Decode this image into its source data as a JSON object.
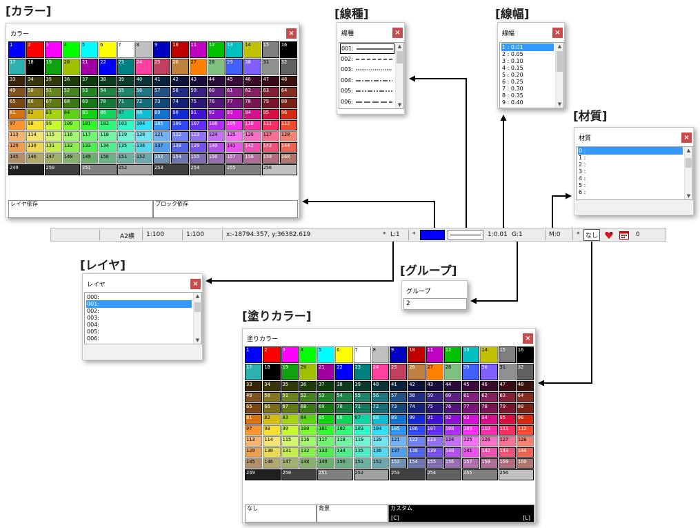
{
  "labels": {
    "color": "[カラー]",
    "linetype": "[線種]",
    "linewidth": "[線幅]",
    "material": "[材質]",
    "layer": "[レイヤ]",
    "group": "[グループ]",
    "fill": "[塗りカラー]"
  },
  "color_window": {
    "title": "カラー",
    "close": "×",
    "palette_rows": 9,
    "palette_cols": 16,
    "gray_labels": [
      "249",
      "250",
      "251",
      "252",
      "253",
      "254",
      "255",
      "256"
    ],
    "bottom_left": "レイヤ依存",
    "bottom_right": "ブロック依存"
  },
  "fill_window": {
    "title": "塗りカラー",
    "close": "×",
    "bottom_none": "なし",
    "bottom_bg": "背景",
    "bottom_custom": "カスタム",
    "custom_left": "[C]",
    "custom_right": "[L]"
  },
  "linetype_window": {
    "title": "線種",
    "close": "×",
    "items": [
      "001:",
      "002:",
      "003:",
      "004:",
      "005:",
      "006:"
    ],
    "styles": [
      "solid",
      "dashed",
      "dotted",
      "dashdot",
      "dashdotdot",
      "longdash"
    ]
  },
  "linewidth_window": {
    "title": "線幅",
    "close": "×",
    "items": [
      "1 : 0.01",
      "2 : 0.05",
      "3 : 0.10",
      "4 : 0.15",
      "5 : 0.20",
      "6 : 0.25",
      "7 : 0.30",
      "8 : 0.35",
      "9 : 0.40"
    ]
  },
  "material_window": {
    "title": "材質",
    "close": "×",
    "items": [
      "0 :",
      "1 :",
      "2 :",
      "3 :",
      "4 :",
      "5 :",
      "6 :"
    ]
  },
  "layer_window": {
    "title": "レイヤ",
    "close": "×",
    "items": [
      "000:",
      "001:",
      "002:",
      "003:",
      "004:",
      "005:",
      "006:"
    ]
  },
  "group_window": {
    "title": "グループ",
    "value": "2"
  },
  "statusbar": {
    "paper": "A2横",
    "scale1": "1:100",
    "scale2": "1:100",
    "coords": "x:-18794.357, y:36382.619",
    "star1": "*",
    "layer": "L:1",
    "star2": "*",
    "linewidth": "1:0.01",
    "group": "G:1",
    "material": "M:0",
    "star3": "*",
    "fill": "なし",
    "count": "0"
  },
  "colors": {
    "base16": [
      "#0000ff",
      "#ff0000",
      "#ff00ff",
      "#00ff00",
      "#00ffff",
      "#ffff00",
      "#ffffff",
      "#c0c0c0",
      "#0000c0",
      "#c00000",
      "#c000c0",
      "#00c000",
      "#00c0c0",
      "#c0c000",
      "#808080",
      "#000000"
    ],
    "row2": [
      "#2fb0b0",
      "#000000",
      "#10a010",
      "#a0c000",
      "#a000a0",
      "#0000ff",
      "#008080",
      "#ff40a0",
      "#c04060",
      "#c08040",
      "#ff8000",
      "#80c080",
      "#4060ff",
      "#8060ff",
      "#909090",
      "#606060"
    ],
    "gray_band": [
      "#202020",
      "#404040",
      "#808080",
      "#a0a0a0",
      "#404040",
      "#606060",
      "#808080",
      "#c0c0c0"
    ],
    "swatch_current": "#0000ff",
    "close_btn": "#c84c4c",
    "selection": "#3399ff"
  },
  "icons": [
    "heart-pin-icon",
    "calendar-icon"
  ]
}
